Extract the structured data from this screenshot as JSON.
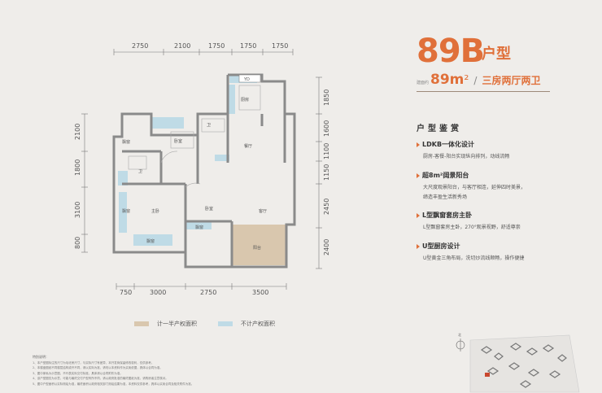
{
  "title": {
    "code": "89B",
    "suffix": "户型"
  },
  "area": {
    "prefix": "建面约",
    "value": "89m",
    "unit": "²",
    "separator": "/",
    "layout_type": "三房两厅两卫"
  },
  "section_title": "户型鉴赏",
  "features": [
    {
      "heading": "LDKB一体化设计",
      "desc": [
        "厨房-客餐-阳台实现纵向排列，动线流畅"
      ]
    },
    {
      "heading": "超8m²阔景阳台",
      "desc": [
        "大尺度观景阳台，与客厅相连，延伸四时美景，",
        "缔造丰盈生活新秀场"
      ]
    },
    {
      "heading": "L型飘窗套房主卧",
      "desc": [
        "L型飘窗套房主卧，270°观景视野，舒适尊崇"
      ]
    },
    {
      "heading": "U型厨房设计",
      "desc": [
        "U型黄金三角布局，洗切炒流线顺畅，操作便捷"
      ]
    }
  ],
  "dimensions": {
    "top": [
      "2750",
      "2100",
      "1750",
      "1750",
      "1750"
    ],
    "bottom": [
      "750",
      "3000",
      "2750",
      "3500"
    ],
    "left": [
      "2100",
      "1800",
      "3100",
      "800"
    ],
    "right": [
      "1850",
      "1600",
      "1100",
      "1150",
      "2450",
      "2400"
    ]
  },
  "rooms": {
    "ac": "YD",
    "kitchen": "厨房",
    "living": "客厅",
    "balcony": "阳台",
    "bedroom_master": "主卧",
    "bedroom_2": "卧室",
    "bedroom_3": "卧室",
    "bath_1": "卫",
    "bath_2": "卫",
    "dining": "餐厅",
    "window_1": "飘窗",
    "window_2": "飘窗",
    "window_3": "飘窗",
    "window_4": "飘窗"
  },
  "legend": [
    {
      "label": "计一半产权面积",
      "color": "#d9c7ae"
    },
    {
      "label": "不计产权面积",
      "color": "#bfdbe6"
    }
  ],
  "compass": "北",
  "notes": {
    "title": "特别说明：",
    "lines": [
      "1、本户型图标注的尺寸为毛坯房尺寸，与实际尺寸有差异，本开发商保留修改权利，仅供参考。",
      "2、本楼盘图纸不同楼层结构或许不同，请以实际为准，请勿以本资料作为买卖依据，具体以合同为准。",
      "3、图中家私为示意图，不代表实际交付标准，具体请以合同附件为准。",
      "4、该户型图仅为示意，可能与最终交付户型有所不同，请以政府批准的最终图纸为准，请购房者注意核对。",
      "5、图中户型面积以实际测绘为准，最终面积以政府相关部门测绘结果为准，本资料仅供参考，具体以买卖合同及相关附件为准。"
    ]
  },
  "colors": {
    "accent": "#e0703a",
    "wall": "#8a8a8a",
    "half_area": "#d9c7ae",
    "no_area": "#bfdbe6"
  }
}
